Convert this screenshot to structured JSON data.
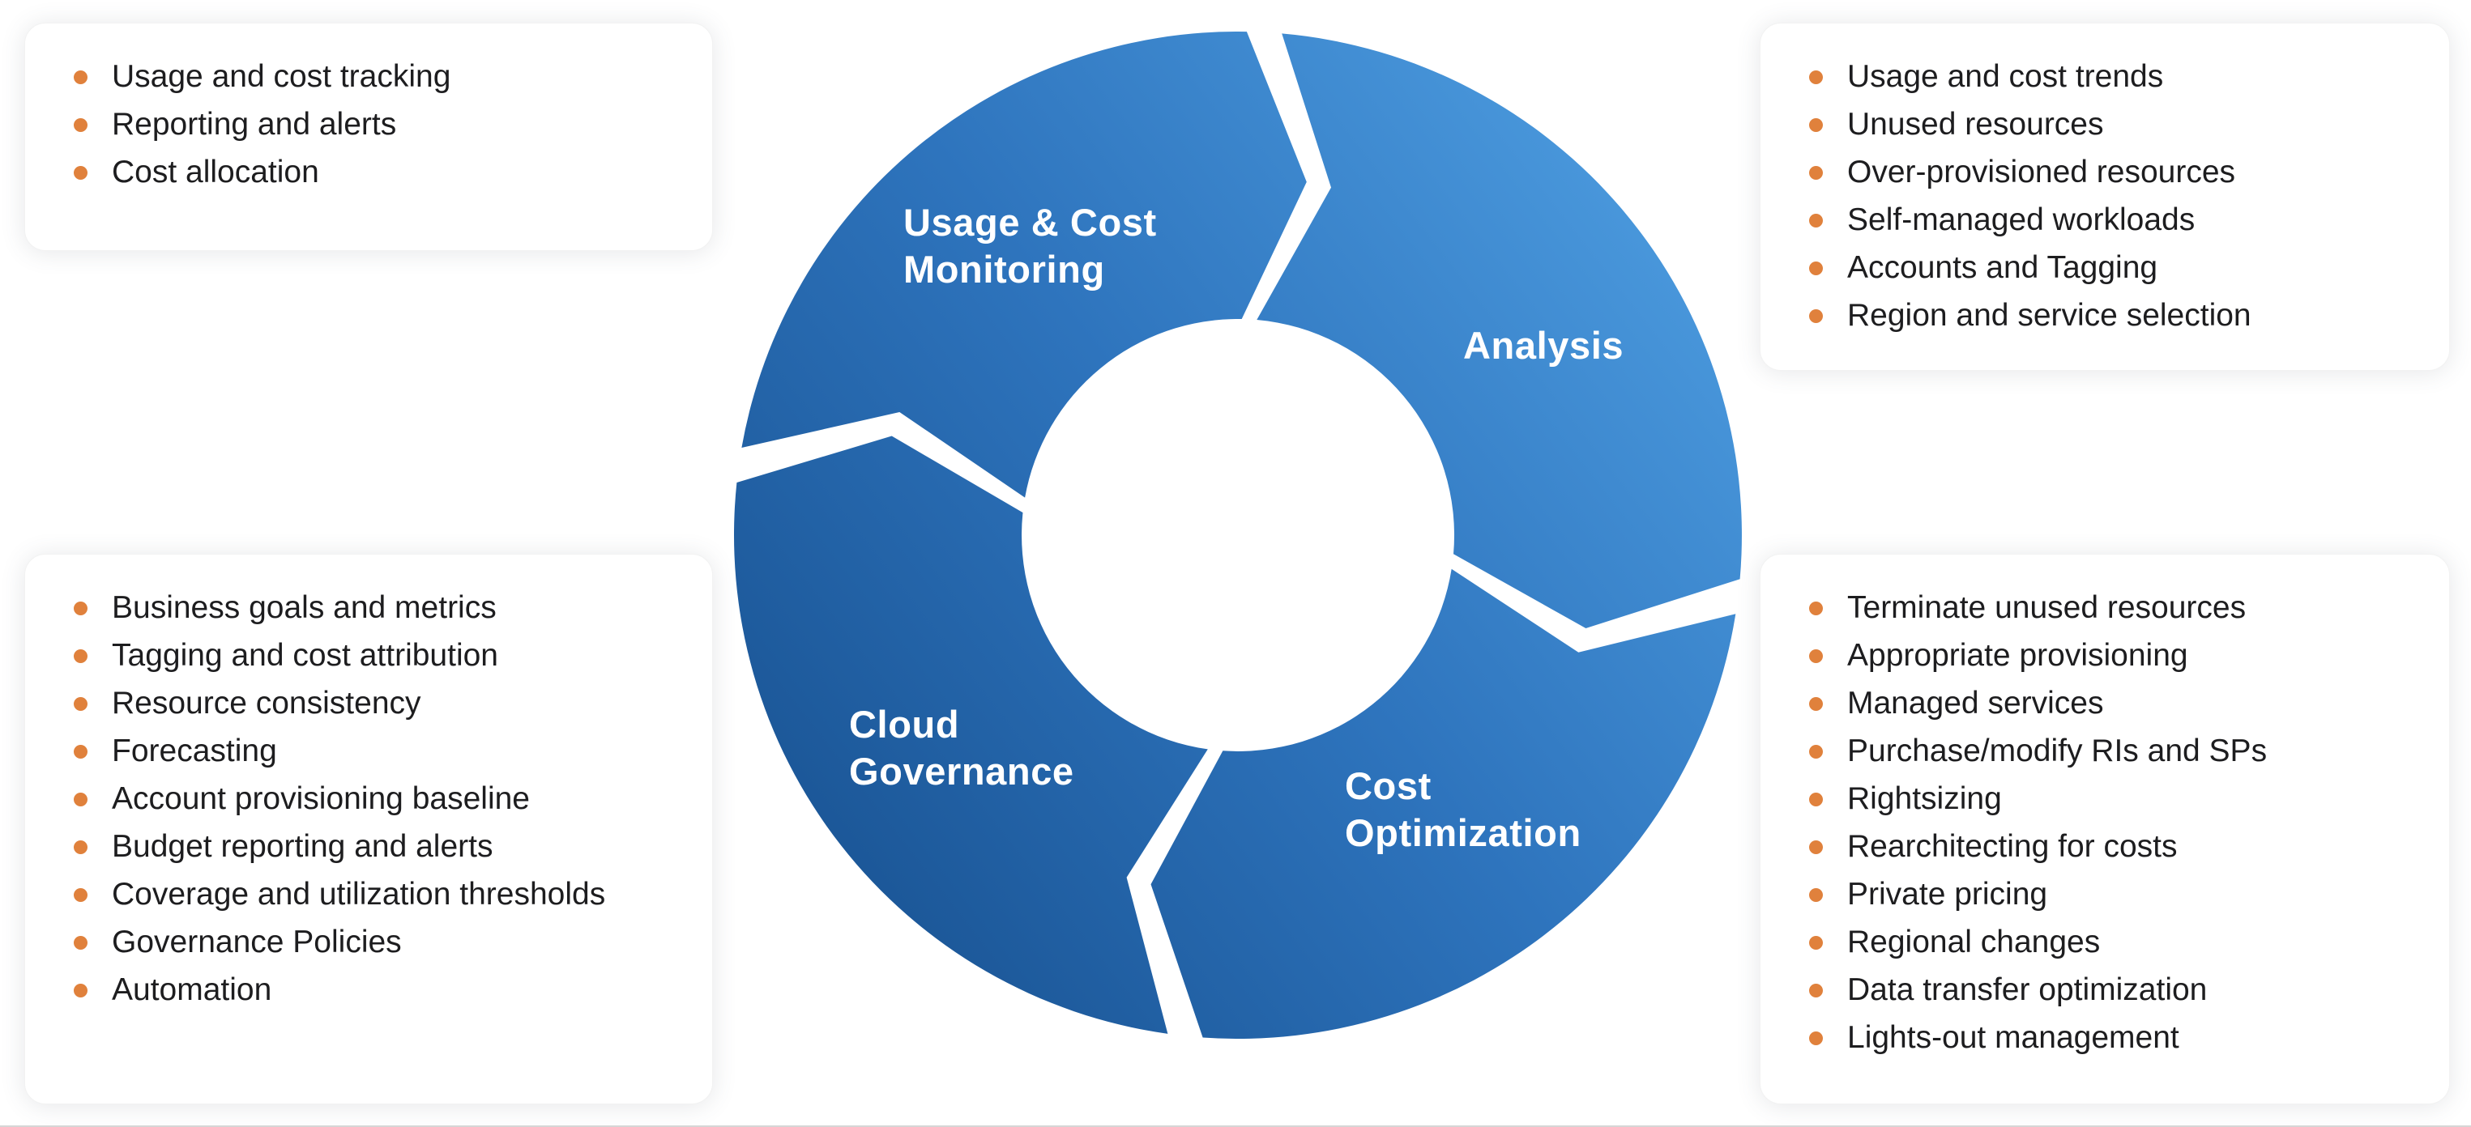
{
  "diagram": {
    "segments": [
      {
        "name": "usage-cost-monitoring",
        "line1": "Usage & Cost",
        "line2": "Monitoring"
      },
      {
        "name": "analysis",
        "line1": "Analysis",
        "line2": ""
      },
      {
        "name": "cost-optimization",
        "line1": "Cost",
        "line2": "Optimization"
      },
      {
        "name": "cloud-governance",
        "line1": "Cloud",
        "line2": "Governance"
      }
    ],
    "colors": {
      "gradient_start": "#17508F",
      "gradient_mid": "#2E74BD",
      "gradient_end": "#4F9FE2",
      "label_text": "#FFFFFF"
    }
  },
  "colors": {
    "bullet": "#E0813C"
  },
  "cards": {
    "usage_cost_monitoring": {
      "items": [
        "Usage and cost tracking",
        "Reporting and alerts",
        "Cost allocation"
      ]
    },
    "analysis": {
      "items": [
        "Usage and cost trends",
        "Unused resources",
        "Over-provisioned resources",
        "Self-managed workloads",
        "Accounts and Tagging",
        "Region and service selection"
      ]
    },
    "cloud_governance": {
      "items": [
        "Business goals and metrics",
        "Tagging and cost attribution",
        "Resource consistency",
        "Forecasting",
        "Account provisioning baseline",
        "Budget reporting and alerts",
        "Coverage and utilization thresholds",
        "Governance Policies",
        "Automation"
      ]
    },
    "cost_optimization": {
      "items": [
        "Terminate unused resources",
        "Appropriate provisioning",
        "Managed services",
        "Purchase/modify RIs and SPs",
        "Rightsizing",
        "Rearchitecting for costs",
        "Private pricing",
        "Regional changes",
        "Data transfer optimization",
        "Lights-out management"
      ]
    }
  }
}
